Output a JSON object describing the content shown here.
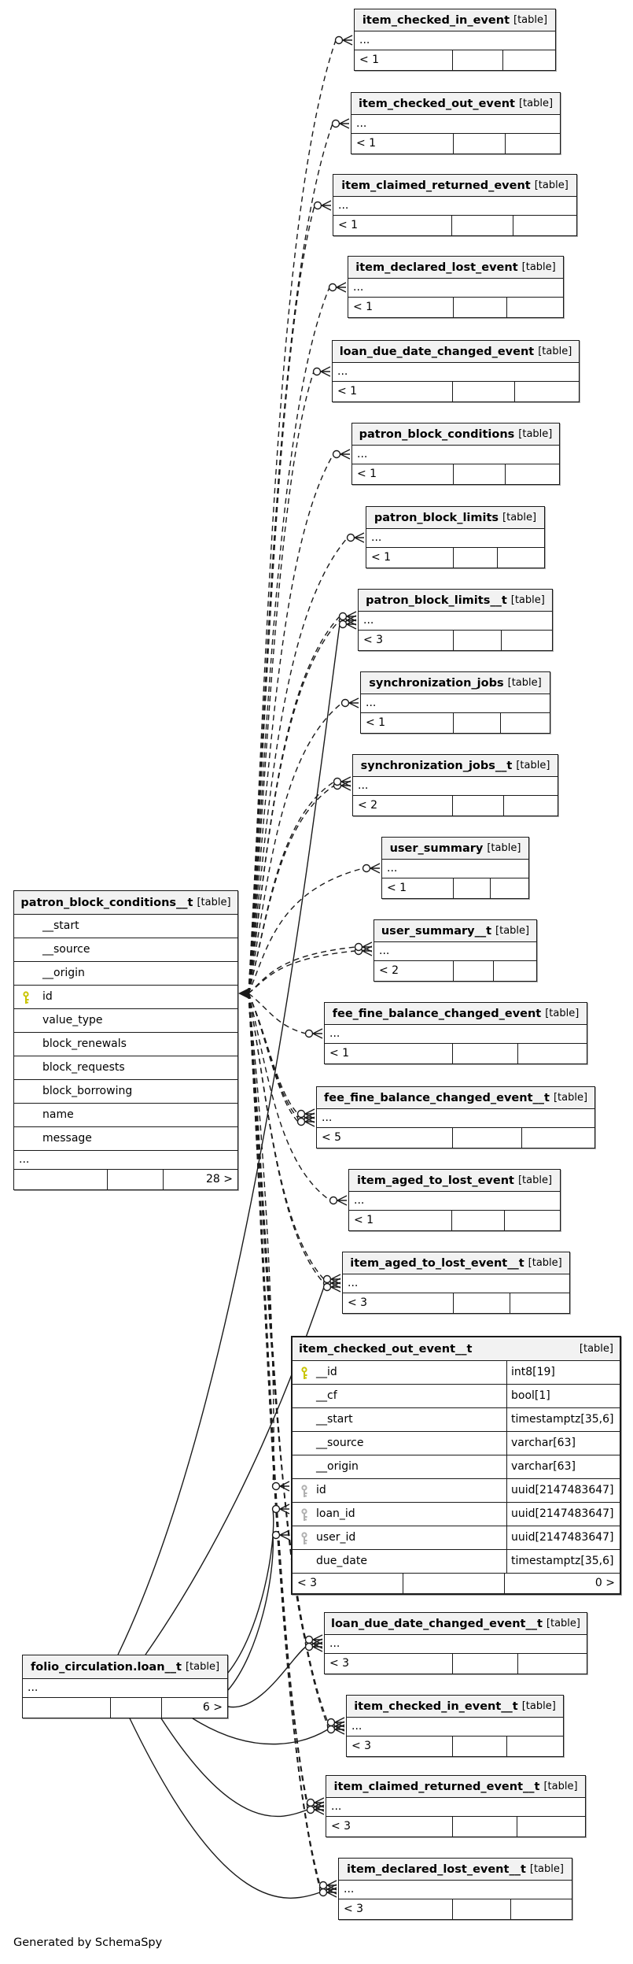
{
  "page": {
    "footer_note": "Generated by SchemaSpy"
  },
  "colors": {
    "header_bg": "#f2f2f2",
    "border": "#1a1a1a",
    "pk_key": "#c9c400",
    "fk_key": "#b0b0b0"
  },
  "tables": [
    {
      "name": "item_checked_in_event",
      "tag": "[table]",
      "ellipsis": "...",
      "footer_left": "< 1",
      "footer_right": ""
    },
    {
      "name": "item_checked_out_event",
      "tag": "[table]",
      "ellipsis": "...",
      "footer_left": "< 1",
      "footer_right": ""
    },
    {
      "name": "item_claimed_returned_event",
      "tag": "[table]",
      "ellipsis": "...",
      "footer_left": "< 1",
      "footer_right": ""
    },
    {
      "name": "item_declared_lost_event",
      "tag": "[table]",
      "ellipsis": "...",
      "footer_left": "< 1",
      "footer_right": ""
    },
    {
      "name": "loan_due_date_changed_event",
      "tag": "[table]",
      "ellipsis": "...",
      "footer_left": "< 1",
      "footer_right": ""
    },
    {
      "name": "patron_block_conditions",
      "tag": "[table]",
      "ellipsis": "...",
      "footer_left": "< 1",
      "footer_right": ""
    },
    {
      "name": "patron_block_limits",
      "tag": "[table]",
      "ellipsis": "...",
      "footer_left": "< 1",
      "footer_right": ""
    },
    {
      "name": "patron_block_limits__t",
      "tag": "[table]",
      "ellipsis": "...",
      "footer_left": "< 3",
      "footer_right": ""
    },
    {
      "name": "synchronization_jobs",
      "tag": "[table]",
      "ellipsis": "...",
      "footer_left": "< 1",
      "footer_right": ""
    },
    {
      "name": "synchronization_jobs__t",
      "tag": "[table]",
      "ellipsis": "...",
      "footer_left": "< 2",
      "footer_right": ""
    },
    {
      "name": "user_summary",
      "tag": "[table]",
      "ellipsis": "...",
      "footer_left": "< 1",
      "footer_right": ""
    },
    {
      "name": "user_summary__t",
      "tag": "[table]",
      "ellipsis": "...",
      "footer_left": "< 2",
      "footer_right": ""
    },
    {
      "name": "fee_fine_balance_changed_event",
      "tag": "[table]",
      "ellipsis": "...",
      "footer_left": "< 1",
      "footer_right": ""
    },
    {
      "name": "fee_fine_balance_changed_event__t",
      "tag": "[table]",
      "ellipsis": "...",
      "footer_left": "< 5",
      "footer_right": ""
    },
    {
      "name": "item_aged_to_lost_event",
      "tag": "[table]",
      "ellipsis": "...",
      "footer_left": "< 1",
      "footer_right": ""
    },
    {
      "name": "item_aged_to_lost_event__t",
      "tag": "[table]",
      "ellipsis": "...",
      "footer_left": "< 3",
      "footer_right": ""
    },
    {
      "name": "item_checked_out_event__t",
      "tag": "[table]",
      "footer_left": "< 3",
      "footer_right": "0 >",
      "columns": [
        {
          "name": "__id",
          "key": "pk",
          "type": "int8[19]"
        },
        {
          "name": "__cf",
          "key": "",
          "type": "bool[1]"
        },
        {
          "name": "__start",
          "key": "",
          "type": "timestamptz[35,6]"
        },
        {
          "name": "__source",
          "key": "",
          "type": "varchar[63]"
        },
        {
          "name": "__origin",
          "key": "",
          "type": "varchar[63]"
        },
        {
          "name": "id",
          "key": "fk",
          "type": "uuid[2147483647]"
        },
        {
          "name": "loan_id",
          "key": "fk",
          "type": "uuid[2147483647]"
        },
        {
          "name": "user_id",
          "key": "fk",
          "type": "uuid[2147483647]"
        },
        {
          "name": "due_date",
          "key": "",
          "type": "timestamptz[35,6]"
        }
      ]
    },
    {
      "name": "loan_due_date_changed_event__t",
      "tag": "[table]",
      "ellipsis": "...",
      "footer_left": "< 3",
      "footer_right": ""
    },
    {
      "name": "item_checked_in_event__t",
      "tag": "[table]",
      "ellipsis": "...",
      "footer_left": "< 3",
      "footer_right": ""
    },
    {
      "name": "item_claimed_returned_event__t",
      "tag": "[table]",
      "ellipsis": "...",
      "footer_left": "< 3",
      "footer_right": ""
    },
    {
      "name": "item_declared_lost_event__t",
      "tag": "[table]",
      "ellipsis": "...",
      "footer_left": "< 3",
      "footer_right": ""
    },
    {
      "name": "patron_block_conditions__t",
      "tag": "[table]",
      "ellipsis": "...",
      "footer_left": "",
      "footer_right": "28 >",
      "columns": [
        {
          "name": "__start",
          "key": ""
        },
        {
          "name": "__source",
          "key": ""
        },
        {
          "name": "__origin",
          "key": ""
        },
        {
          "name": "id",
          "key": "pk"
        },
        {
          "name": "value_type",
          "key": ""
        },
        {
          "name": "block_renewals",
          "key": ""
        },
        {
          "name": "block_requests",
          "key": ""
        },
        {
          "name": "block_borrowing",
          "key": ""
        },
        {
          "name": "name",
          "key": ""
        },
        {
          "name": "message",
          "key": ""
        }
      ]
    },
    {
      "name": "folio_circulation.loan__t",
      "tag": "[table]",
      "ellipsis": "...",
      "footer_left": "",
      "footer_right": "6 >"
    }
  ]
}
